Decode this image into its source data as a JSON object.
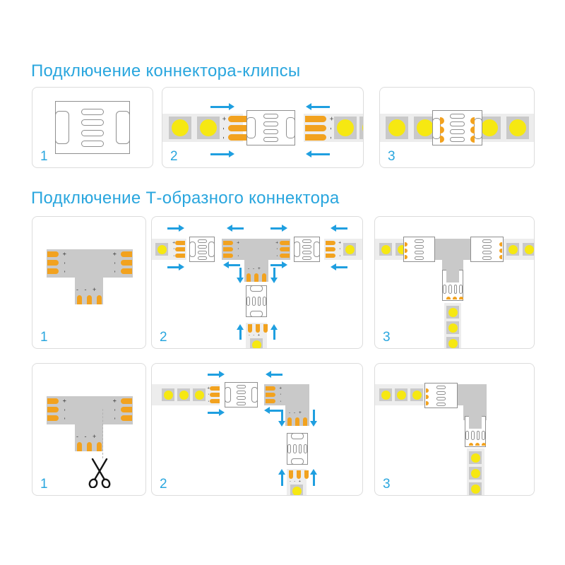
{
  "section_clip": {
    "title": "Подключение коннектора-клипсы",
    "steps": [
      "1",
      "2",
      "3"
    ]
  },
  "section_tee": {
    "title": "Подключение Т-образного коннектора",
    "row_t_steps": [
      "1",
      "2",
      "3"
    ],
    "row_l_steps": [
      "1",
      "2",
      "3"
    ]
  },
  "polarity": {
    "plus": "+",
    "minus": "-",
    "combo": "- - +"
  },
  "colors": {
    "accent_text": "#29a6de",
    "arrow": "#1f9fe0",
    "pad_orange": "#f2a21f",
    "led_yellow": "#f6e812",
    "led_base": "#c9c9c9",
    "strip": "#ededed",
    "connector_body": "#c9c9c9",
    "outline": "#8f8f8f",
    "panel_border": "#dcdcdc"
  }
}
